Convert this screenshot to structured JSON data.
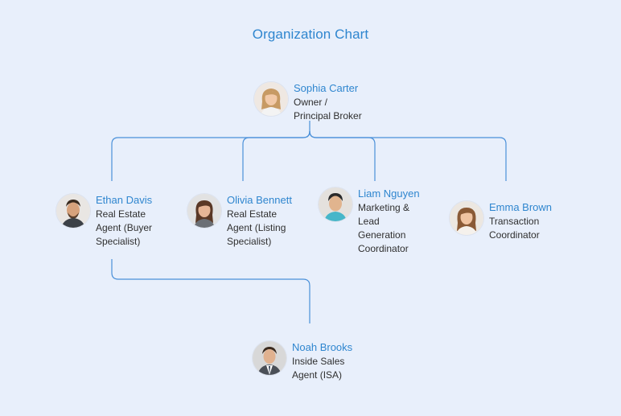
{
  "chart": {
    "title": "Organization Chart"
  },
  "people": {
    "sophia": {
      "name": "Sophia Carter",
      "role_lines": [
        "Owner /",
        "Principal Broker"
      ],
      "avatar_icon": "female-portrait-icon"
    },
    "ethan": {
      "name": "Ethan Davis",
      "role_lines": [
        "Real Estate",
        "Agent (Buyer",
        "Specialist)"
      ],
      "avatar_icon": "male-portrait-icon"
    },
    "olivia": {
      "name": "Olivia Bennett",
      "role_lines": [
        "Real Estate",
        "Agent (Listing",
        "Specialist)"
      ],
      "avatar_icon": "female-portrait-icon"
    },
    "liam": {
      "name": "Liam Nguyen",
      "role_lines": [
        "Marketing &",
        "Lead",
        "Generation",
        "Coordinator"
      ],
      "avatar_icon": "male-portrait-icon"
    },
    "emma": {
      "name": "Emma Brown",
      "role_lines": [
        "Transaction",
        "Coordinator"
      ],
      "avatar_icon": "female-portrait-icon"
    },
    "noah": {
      "name": "Noah Brooks",
      "role_lines": [
        "Inside Sales",
        "Agent (ISA)"
      ],
      "avatar_icon": "male-portrait-icon"
    }
  },
  "colors": {
    "background": "#e8effb",
    "accent": "#2f86cf",
    "connector": "#4a90d9",
    "text": "#2f2f2f"
  }
}
